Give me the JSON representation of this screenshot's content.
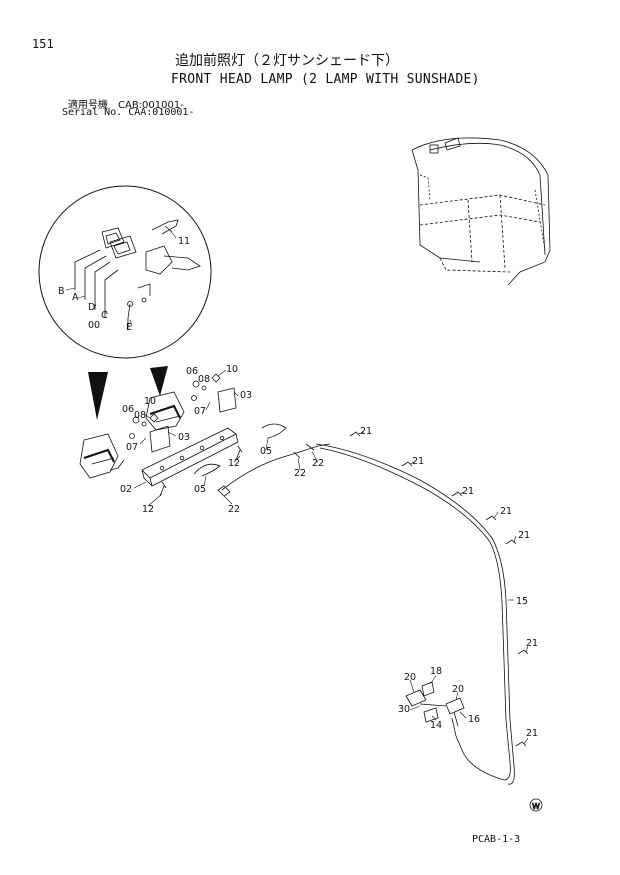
{
  "page_number": "151",
  "title_jp": "追加前照灯（２灯サンシェード下）",
  "title_en": "FRONT HEAD LAMP (2 LAMP WITH SUNSHADE)",
  "serial": {
    "line1": "適用号機　CAB:001001-",
    "line2": "Serial No. CAA:010001-"
  },
  "part_labels": {
    "p11": "11",
    "pB": "B",
    "pA": "A",
    "pD": "D",
    "pC": "C",
    "p00": "00",
    "pE": "E",
    "p06a": "06",
    "p08a": "08",
    "p10a": "10",
    "p03a": "03",
    "p07a": "07",
    "p06b": "06",
    "p08b": "08",
    "p10b": "10",
    "p07b": "07",
    "p03b": "03",
    "p05a": "05",
    "p05b": "05",
    "p12a": "12",
    "p12b": "12",
    "p02": "02",
    "p22a": "22",
    "p22b": "22",
    "p22c": "22",
    "p21a": "21",
    "p21b": "21",
    "p21c": "21",
    "p21d": "21",
    "p21e": "21",
    "p21f": "21",
    "p21g": "21",
    "p15": "15",
    "p20a": "20",
    "p18": "18",
    "p20b": "20",
    "p30": "30",
    "p14": "14",
    "p16": "16"
  },
  "drawing_code": "PCAB-1-3",
  "w_mark": "W"
}
